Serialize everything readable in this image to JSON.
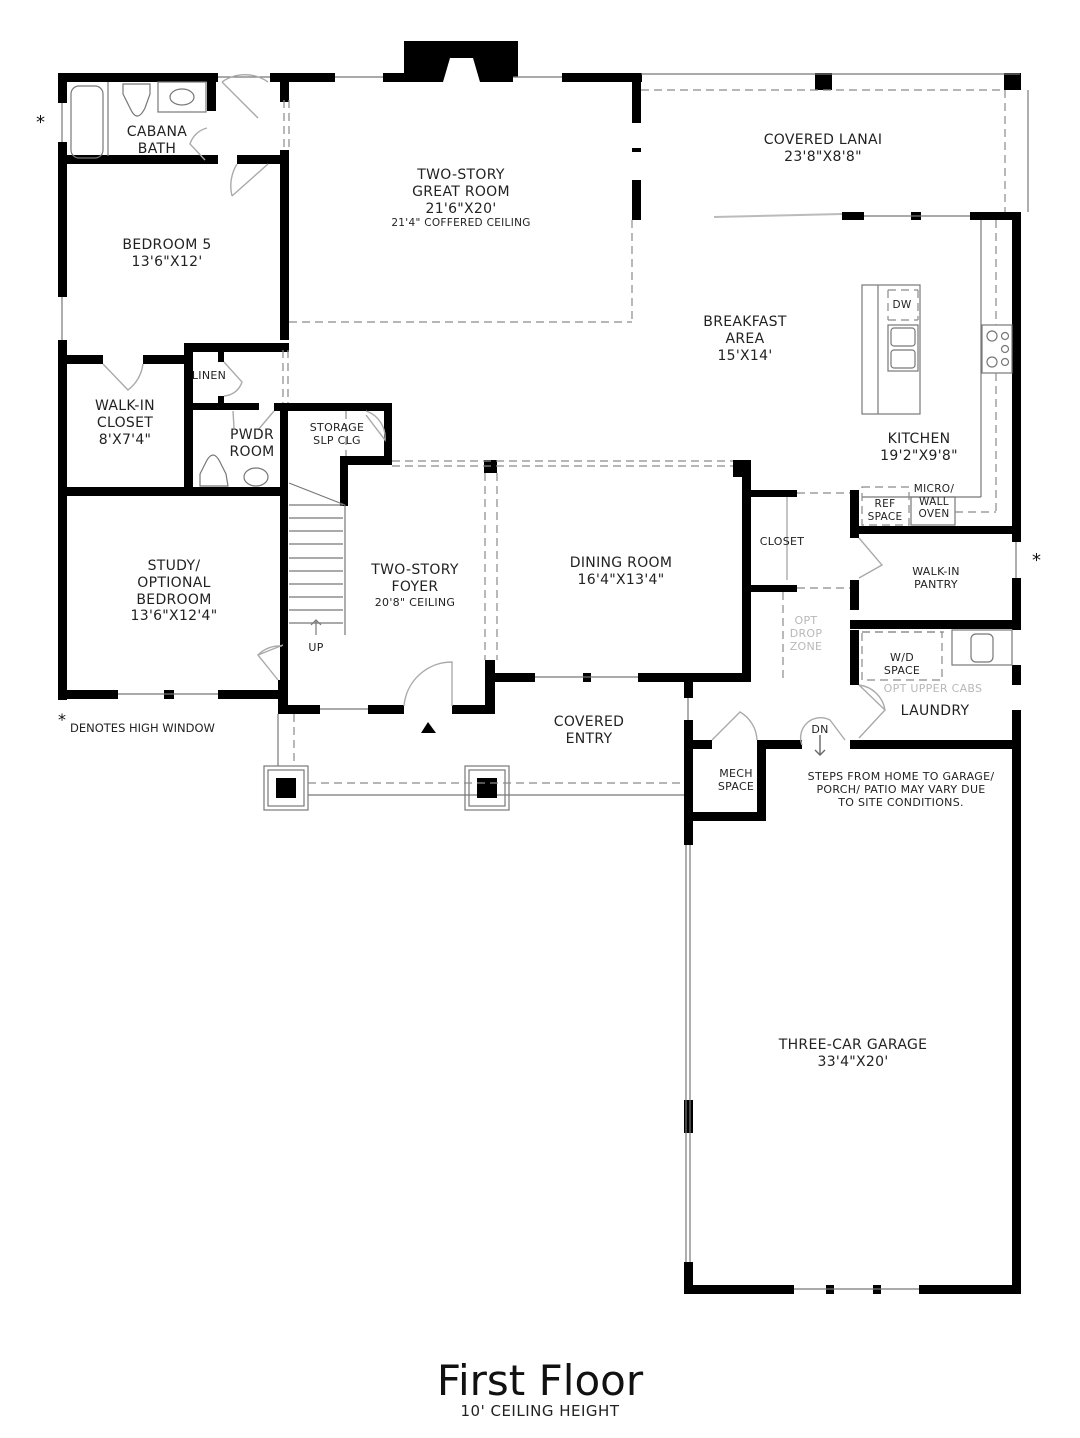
{
  "title": "First Floor",
  "subtitle": "10' CEILING HEIGHT",
  "legend": {
    "star": "*",
    "text": "DENOTES HIGH WINDOW"
  },
  "note": {
    "line1": "STEPS FROM HOME TO GARAGE/",
    "line2": "PORCH/ PATIO MAY VARY DUE",
    "line3": "TO SITE CONDITIONS."
  },
  "rooms": {
    "cabana_bath": {
      "name1": "CABANA",
      "name2": "BATH"
    },
    "great_room": {
      "name1": "TWO-STORY",
      "name2": "GREAT ROOM",
      "size": "21'6\"X20'",
      "ceiling": "21'4\" COFFERED CEILING"
    },
    "covered_lanai": {
      "name": "COVERED LANAI",
      "size": "23'8\"X8'8\""
    },
    "bedroom5": {
      "name": "BEDROOM 5",
      "size": "13'6\"X12'"
    },
    "breakfast": {
      "name1": "BREAKFAST",
      "name2": "AREA",
      "size": "15'X14'"
    },
    "kitchen": {
      "name": "KITCHEN",
      "size": "19'2\"X9'8\""
    },
    "walkin_closet": {
      "name1": "WALK-IN",
      "name2": "CLOSET",
      "size": "8'X7'4\""
    },
    "linen": {
      "name": "LINEN"
    },
    "pwdr": {
      "name1": "PWDR",
      "name2": "ROOM"
    },
    "storage": {
      "name1": "STORAGE",
      "name2": "SLP CLG"
    },
    "study": {
      "name1": "STUDY/",
      "name2": "OPTIONAL",
      "name3": "BEDROOM",
      "size": "13'6\"X12'4\""
    },
    "foyer": {
      "name1": "TWO-STORY",
      "name2": "FOYER",
      "ceiling": "20'8\" CEILING",
      "stairs": "UP"
    },
    "dining": {
      "name": "DINING ROOM",
      "size": "16'4\"X13'4\""
    },
    "closet": {
      "name": "CLOSET"
    },
    "drop_zone": {
      "name1": "OPT",
      "name2": "DROP",
      "name3": "ZONE"
    },
    "pantry": {
      "name1": "WALK-IN",
      "name2": "PANTRY"
    },
    "laundry": {
      "name": "LAUNDRY",
      "wd1": "W/D",
      "wd2": "SPACE",
      "cabs": "OPT UPPER CABS"
    },
    "covered_entry": {
      "name1": "COVERED",
      "name2": "ENTRY"
    },
    "mech": {
      "name1": "MECH",
      "name2": "SPACE"
    },
    "garage_steps": {
      "label": "DN"
    },
    "garage": {
      "name": "THREE-CAR GARAGE",
      "size": "33'4\"X20'"
    }
  },
  "fixtures": {
    "dw": "DW",
    "ref1": "REF",
    "ref2": "SPACE",
    "oven1": "MICRO/",
    "oven2": "WALL",
    "oven3": "OVEN"
  },
  "high_window_markers": [
    "*",
    "*"
  ],
  "colors": {
    "wall": "#000000",
    "dashed": "#8a8a8a",
    "fixture": "#777777",
    "optional_text": "#b8b8b8"
  }
}
